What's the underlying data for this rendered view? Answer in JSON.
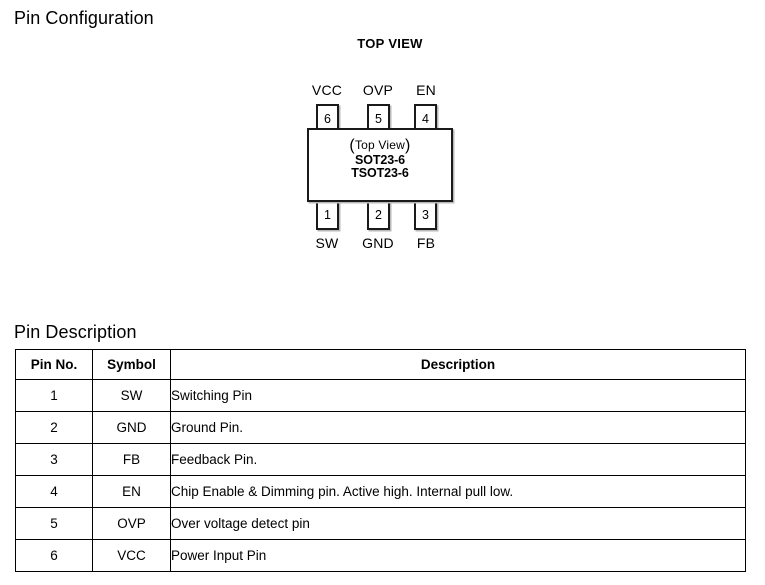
{
  "headings": {
    "pin_configuration": "Pin Configuration",
    "pin_description": "Pin Description"
  },
  "package_diagram": {
    "top_view_title": "TOP VIEW",
    "body_text": {
      "top_view_note": "Top View",
      "paren_open": "(",
      "paren_close": ")",
      "package_1": "SOT23-6",
      "package_2": "TSOT23-6"
    },
    "top_pins": [
      {
        "number": "6",
        "label": "VCC"
      },
      {
        "number": "5",
        "label": "OVP"
      },
      {
        "number": "4",
        "label": "EN"
      }
    ],
    "bottom_pins": [
      {
        "number": "1",
        "label": "SW"
      },
      {
        "number": "2",
        "label": "GND"
      },
      {
        "number": "3",
        "label": "FB"
      }
    ]
  },
  "pin_description_table": {
    "columns": [
      "Pin No.",
      "Symbol",
      "Description"
    ],
    "rows": [
      {
        "pin_no": "1",
        "symbol": "SW",
        "description": "Switching Pin"
      },
      {
        "pin_no": "2",
        "symbol": "GND",
        "description": "Ground Pin."
      },
      {
        "pin_no": "3",
        "symbol": "FB",
        "description": "Feedback Pin."
      },
      {
        "pin_no": "4",
        "symbol": "EN",
        "description": "Chip Enable & Dimming pin. Active high. Internal pull low."
      },
      {
        "pin_no": "5",
        "symbol": "OVP",
        "description": "Over voltage detect pin"
      },
      {
        "pin_no": "6",
        "symbol": "VCC",
        "description": "Power Input Pin"
      }
    ]
  },
  "colors": {
    "text": "#000000",
    "rule": "#000000",
    "lead_shadow": "#b9b9b9"
  }
}
